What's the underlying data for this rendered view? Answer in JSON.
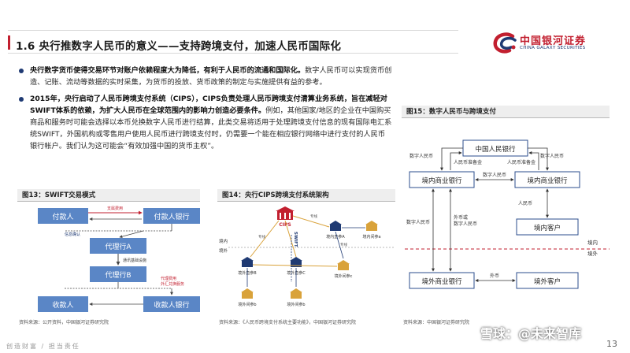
{
  "header": {
    "title": "1.6 央行推数字人民币的意义——支持跨境支付，加速人民币国际化",
    "logo_cn": "中国银河证券",
    "logo_en": "CHINA GALAXY SECURITIES"
  },
  "bullets": [
    {
      "bold": "央行数字货币使得交易环节对账户依赖程度大为降低，有利于人民币的流通和国际化。",
      "text": "数字人民币可以实现货币创造、记账、流动等数据的实时采集，为货币的投放、货币政策的制定与实施提供有益的参考。"
    },
    {
      "bold": "2015年，央行启动了人民币跨境支付系统（CIPS），CIPS负责处理人民币跨境支付清算业务系统，旨在减轻对SWIFT体系的依赖，为扩大人民币在全球范围内的影响力创造必要条件。",
      "text": "例如，其他国家/地区的企业在中国购买商品和服务时可能会选择以本币兑换数字人民币进行结算，此类交易将适用于处理跨境支付信息的现有国际电汇系统SWIFT，外国机构或零售用户使用人民币进行跨境支付时，仍需要一个能在相应银行网络中进行支付的人民币银行帐户。我们认为这可能会“有效加强中国的货币主权”。"
    }
  ],
  "fig13": {
    "title": "图13：SWIFT交易模式",
    "source": "资料来源：公开资料，中国银河证券研究院",
    "payer": "付款人",
    "payer_bank": "付款人银行",
    "agent_a": "代理行A",
    "agent_b": "代理行B",
    "payee": "收款人",
    "payee_bank": "收款人银行",
    "lbl_expense": "支属费用",
    "lbl_info": "信息确认",
    "lbl_swift": "通讯基础设施",
    "lbl_proxy_1": "代理费用",
    "lbl_proxy_2": "外汇兑换服务"
  },
  "fig14": {
    "title": "图14：央行CIPS跨境支付系统架构",
    "source": "资料来源：《人民币跨境支付系统主要功能》，中国银河证券研究院",
    "cips": "CIPS",
    "swift": "SWIFT",
    "domestic": "境内",
    "abroad": "境外",
    "direct_a": "境内直参A",
    "indirect_a": "境内间参a",
    "direct_b": "境外直参B",
    "direct_c": "境外直参C",
    "indirect_c": "境外间参c",
    "indirect_b": "境外间参b",
    "indirect_b2": "境外间参b",
    "lbl_top": "专线",
    "lbl_left": "专线",
    "lbl_right": "专线"
  },
  "fig15": {
    "title": "图15：数字人民币与跨境支付",
    "source": "资料来源：中国银河证券研究院",
    "pboc": "中国人民银行",
    "dom_bank": "境内商业银行",
    "dom_bank2": "境内商业银行",
    "dom_customer": "境内客户",
    "abroad_bank": "境外商业银行",
    "abroad_customer": "境外客户",
    "lbl_drmb_left": "数字人民币",
    "lbl_drmb_right": "数字人民币",
    "lbl_reserve_left": "人民币准备金",
    "lbl_reserve_right": "人民币准备金",
    "lbl_drmb_mid": "数字人民币",
    "lbl_rmb": "人民币",
    "lbl_fx_1": "外币或",
    "lbl_fx_2": "数字人民币",
    "lbl_drmb_side": "数字人民币",
    "lbl_foreign": "外币",
    "lbl_domestic": "境内",
    "lbl_abroad": "境外"
  },
  "footer": {
    "slogan": "创造财富 / 担当责任",
    "watermark": "雪球：@未来智库",
    "page": "13"
  },
  "colors": {
    "accent_red": "#c21f2f",
    "navy": "#1f3a73",
    "fig13_blue": "#5a86c6",
    "fig15_border": "#2b4c8c"
  }
}
